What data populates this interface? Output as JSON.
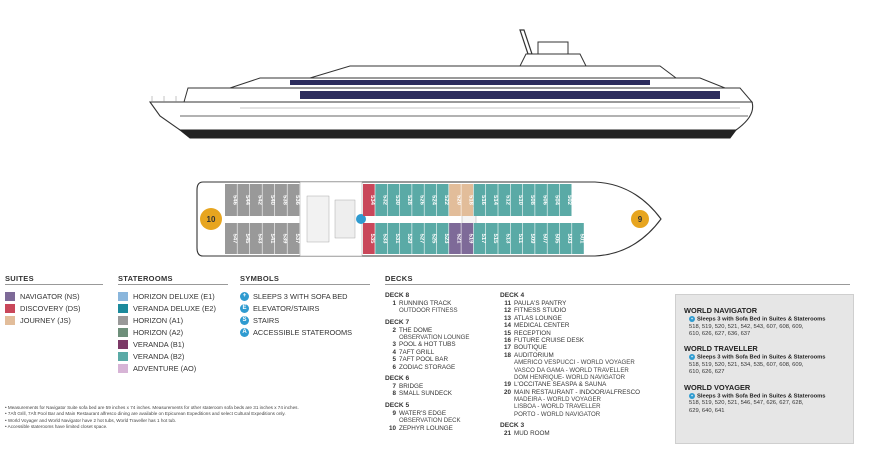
{
  "legend": {
    "suites_header": "SUITES",
    "staterooms_header": "STATEROOMS",
    "symbols_header": "SYMBOLS",
    "decks_header": "DECKS",
    "suites": [
      {
        "label": "NAVIGATOR (NS)",
        "color": "#7e6a98"
      },
      {
        "label": "DISCOVERY (DS)",
        "color": "#c9475a"
      },
      {
        "label": "JOURNEY (JS)",
        "color": "#e2bd9a"
      }
    ],
    "staterooms": [
      {
        "label": "HORIZON DELUXE (E1)",
        "color": "#8ab6dc"
      },
      {
        "label": "VERANDA DELUXE (E2)",
        "color": "#1b8a9c"
      },
      {
        "label": "HORIZON (A1)",
        "color": "#999999"
      },
      {
        "label": "HORIZON (A2)",
        "color": "#6e8f7a"
      },
      {
        "label": "VERANDA (B1)",
        "color": "#7c3a67"
      },
      {
        "label": "VERANDA (B2)",
        "color": "#5aaaa6"
      },
      {
        "label": "ADVENTURE (AO)",
        "color": "#d7b4d6"
      }
    ],
    "symbols": [
      {
        "label": "SLEEPS 3 WITH SOFA BED",
        "icon": "sofa-bed-icon",
        "glyph": "+"
      },
      {
        "label": "ELEVATOR/STAIRS",
        "icon": "elevator-icon",
        "glyph": "E"
      },
      {
        "label": "STAIRS",
        "icon": "stairs-icon",
        "glyph": "S"
      },
      {
        "label": "ACCESSIBLE STATEROOMS",
        "icon": "accessible-icon",
        "glyph": "A"
      }
    ]
  },
  "decks_col1": [
    {
      "title": "DECK 8",
      "items": [
        {
          "num": "1",
          "name": "RUNNING TRACK",
          "sub": [
            "OUTDOOR FITNESS"
          ]
        }
      ]
    },
    {
      "title": "DECK 7",
      "items": [
        {
          "num": "2",
          "name": "THE DOME",
          "sub": [
            "OBSERVATION LOUNGE"
          ]
        },
        {
          "num": "3",
          "name": "POOL & HOT TUBS",
          "sub": []
        },
        {
          "num": "4",
          "name": "7AFT GRILL",
          "sub": []
        },
        {
          "num": "5",
          "name": "7AFT POOL BAR",
          "sub": []
        },
        {
          "num": "6",
          "name": "ZODIAC STORAGE",
          "sub": []
        }
      ]
    },
    {
      "title": "DECK 6",
      "items": [
        {
          "num": "7",
          "name": "BRIDGE",
          "sub": []
        },
        {
          "num": "8",
          "name": "SMALL SUNDECK",
          "sub": []
        }
      ]
    },
    {
      "title": "DECK 5",
      "items": [
        {
          "num": "9",
          "name": "WATER'S EDGE",
          "sub": [
            "OBSERVATION DECK"
          ]
        },
        {
          "num": "10",
          "name": "ZEPHYR LOUNGE",
          "sub": []
        }
      ]
    }
  ],
  "decks_col2": [
    {
      "title": "DECK 4",
      "items": [
        {
          "num": "11",
          "name": "PAULA'S PANTRY",
          "sub": []
        },
        {
          "num": "12",
          "name": "FITNESS STUDIO",
          "sub": []
        },
        {
          "num": "13",
          "name": "ATLAS LOUNGE",
          "sub": []
        },
        {
          "num": "14",
          "name": "MEDICAL CENTER",
          "sub": []
        },
        {
          "num": "15",
          "name": "RECEPTION",
          "sub": []
        },
        {
          "num": "16",
          "name": "FUTURE CRUISE DESK",
          "sub": []
        },
        {
          "num": "17",
          "name": "BOUTIQUE",
          "sub": []
        },
        {
          "num": "18",
          "name": "AUDITORIUM",
          "sub": [
            "AMERICO VESPUCCI - WORLD VOYAGER",
            "VASCO DA GAMA - WORLD TRAVELLER",
            "DOM HENRIQUE- WORLD NAVIGATOR"
          ]
        },
        {
          "num": "19",
          "name": "L'OCCITANE SEASPA & SAUNA",
          "sub": []
        },
        {
          "num": "20",
          "name": "MAIN RESTAURANT - INDOOR/ALFRESCO",
          "sub": [
            "MADEIRA - WORLD VOYAGER",
            "LISBOA - WORLD TRAVELLER",
            "PORTO - WORLD NAVIGATOR"
          ]
        }
      ]
    },
    {
      "title": "DECK 3",
      "items": [
        {
          "num": "21",
          "name": "MUD ROOM",
          "sub": []
        }
      ]
    }
  ],
  "notes": [
    "• Measurements for Navigator Suite sofa bed are 59 inches x 74 inches. Measurements for other stateroom sofa beds are 31 inches x 74 inches.",
    "• 7Aft Grill, 7Aft Pool Bar and Main Restaurant alfresco dining are available on Epicurean Expeditions and select Cultural Expeditions only.",
    "• World Voyager and World Navigator have 2 hot tubs, World Traveller has 1 hot tub.",
    "• Accessible staterooms have limited closet space."
  ],
  "ships": [
    {
      "name": "WORLD NAVIGATOR",
      "sleeps": "Sleeps 3 with Sofa Bed in Suites & Staterooms",
      "rooms": [
        "518, 519, 520, 521, 542, 543, 607, 608, 609,",
        "610, 626, 627, 636, 637"
      ]
    },
    {
      "name": "WORLD TRAVELLER",
      "sleeps": "Sleeps 3 with Sofa Bed in Suites & Staterooms",
      "rooms": [
        "518, 519, 520, 521, 534, 535, 607, 608, 609,",
        "610, 626, 627"
      ]
    },
    {
      "name": "WORLD VOYAGER",
      "sleeps": "Sleeps 3 with Sofa Bed in Suites & Staterooms",
      "rooms": [
        "518, 519, 520, 521, 546, 547, 626, 627, 628,",
        "629, 640, 641"
      ]
    }
  ],
  "deckplan": {
    "aft_label": "10",
    "bow_label": "9",
    "top_row": [
      "546",
      "544",
      "542",
      "540",
      "538",
      "536",
      "534",
      "532",
      "530",
      "528",
      "526",
      "524",
      "522",
      "520",
      "518",
      "516",
      "514",
      "512",
      "510",
      "508",
      "506",
      "504",
      "502"
    ],
    "bottom_row": [
      "547",
      "545",
      "543",
      "541",
      "539",
      "537",
      "535",
      "533",
      "531",
      "529",
      "527",
      "525",
      "523",
      "521",
      "519",
      "517",
      "515",
      "513",
      "511",
      "509",
      "507",
      "505",
      "503",
      "501"
    ]
  }
}
